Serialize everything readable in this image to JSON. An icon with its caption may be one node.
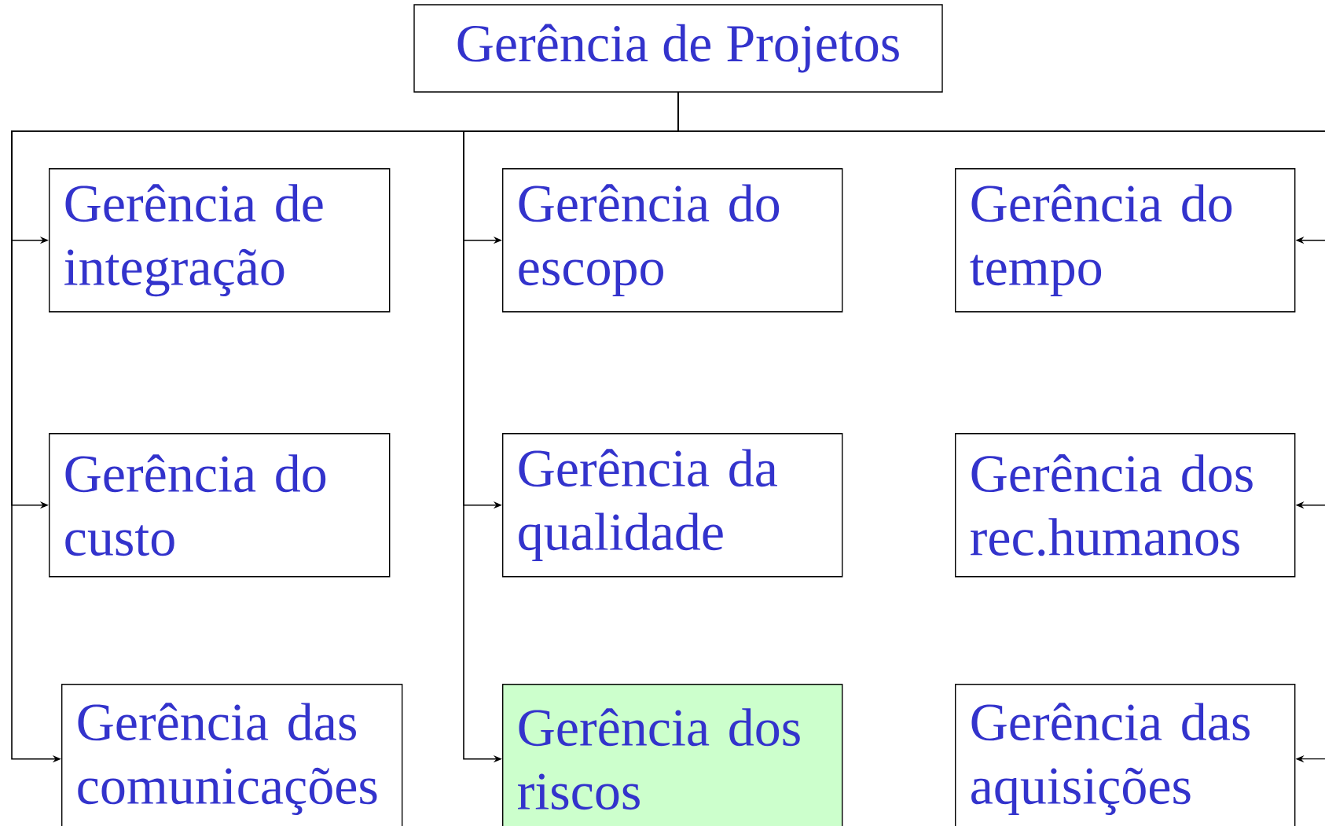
{
  "diagram": {
    "nodes": [
      {
        "text": [
          "Gerência de Projetos"
        ]
      },
      {
        "text": [
          "Gerência de integração"
        ]
      },
      {
        "text": [
          "Gerência do escopo"
        ]
      },
      {
        "text": [
          "Gerência do tempo"
        ]
      },
      {
        "text": [
          "Gerência do custo"
        ]
      },
      {
        "text": [
          "Gerência da qualidade"
        ]
      },
      {
        "text": [
          "Gerência dos rec.humanos"
        ]
      },
      {
        "text": [
          "Gerência das comunicações"
        ]
      },
      {
        "text": [
          "Gerência dos riscos"
        ]
      },
      {
        "text": [
          "Gerência das aquisições"
        ]
      }
    ],
    "edges": [
      {
        "from": 0,
        "to": 1,
        "arrow": "to"
      },
      {
        "from": 0,
        "to": 2,
        "arrow": "to"
      },
      {
        "from": 0,
        "to": 3,
        "arrow": "to"
      },
      {
        "from": 0,
        "to": 4,
        "arrow": "to"
      },
      {
        "from": 0,
        "to": 5,
        "arrow": "to"
      },
      {
        "from": 0,
        "to": 6,
        "arrow": "to"
      },
      {
        "from": 0,
        "to": 7,
        "arrow": "to"
      },
      {
        "from": 0,
        "to": 8,
        "arrow": "to"
      },
      {
        "from": 0,
        "to": 9,
        "arrow": "to"
      }
    ]
  }
}
